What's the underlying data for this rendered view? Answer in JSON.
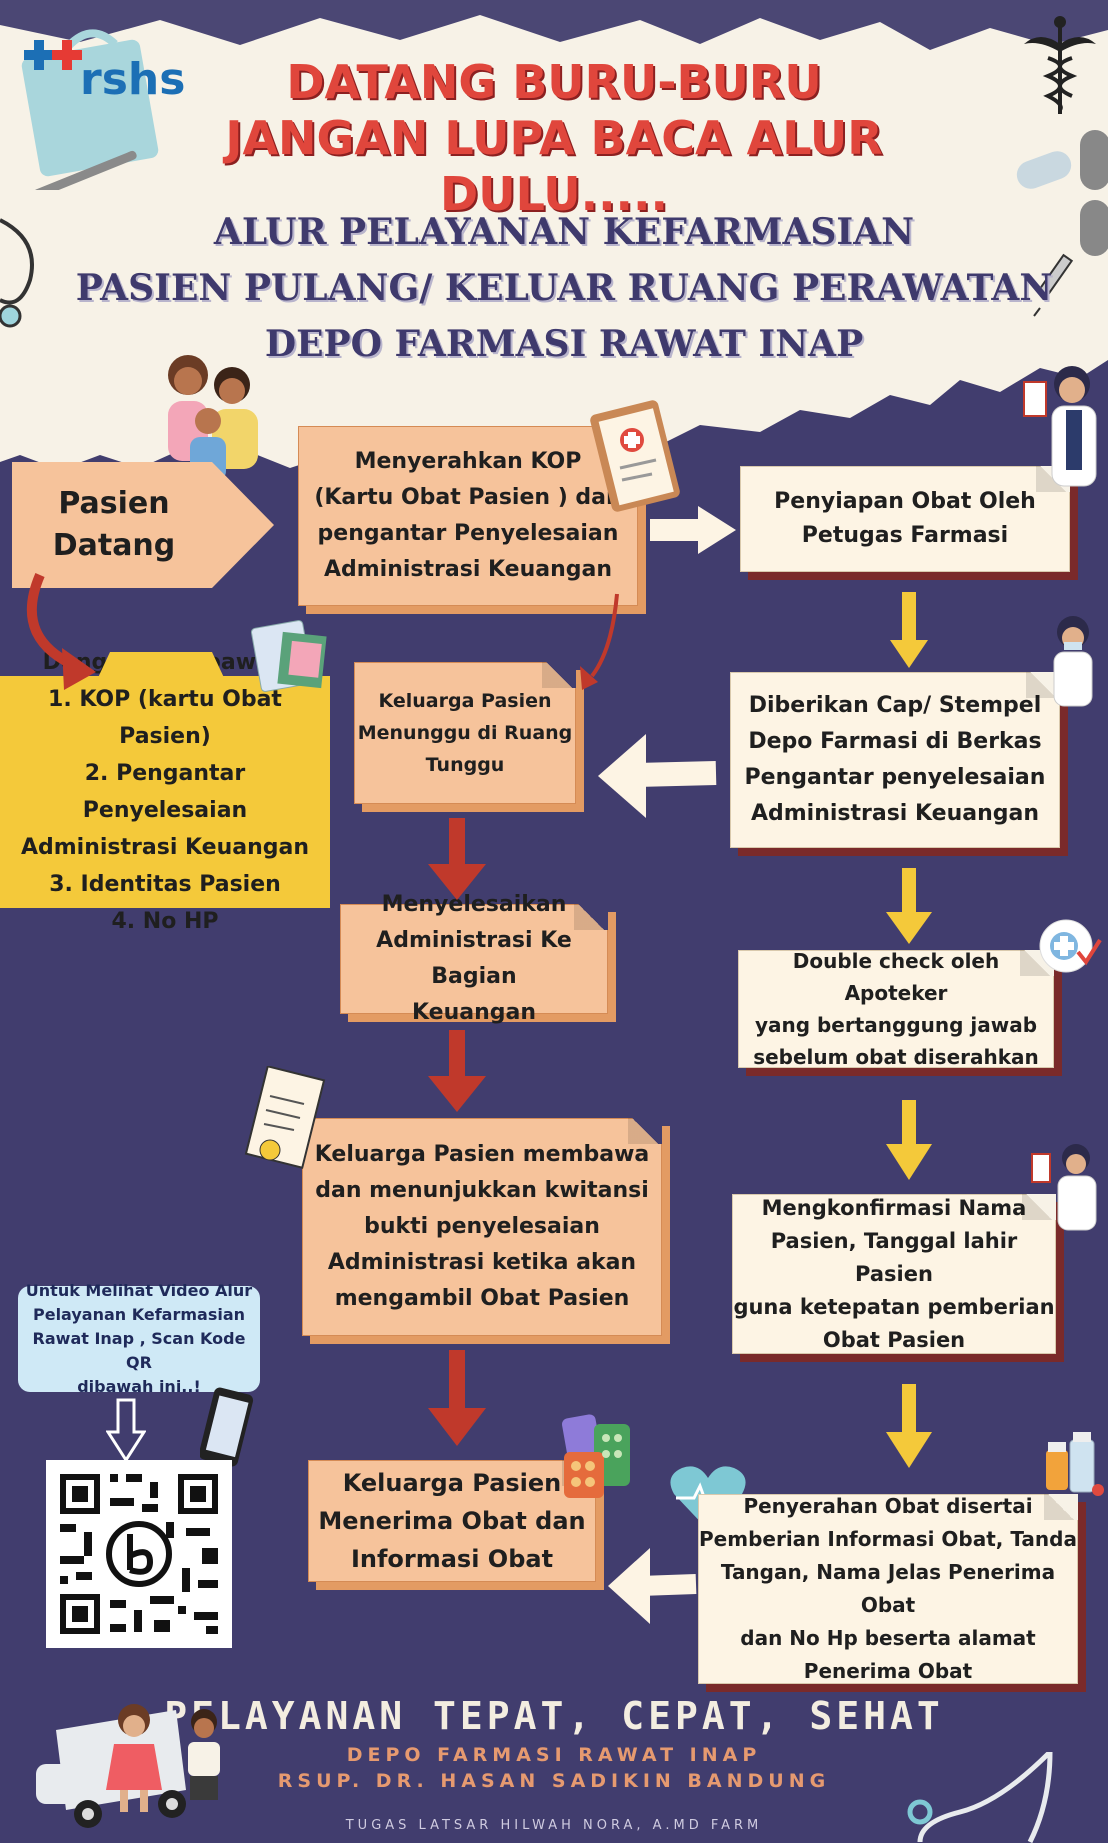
{
  "header": {
    "logo_text": "rshs",
    "headline_line1": "DATANG BURU-BURU",
    "headline_line2": "JANGAN LUPA BACA ALUR DULU.....",
    "title_line1": "ALUR PELAYANAN KEFARMASIAN",
    "title_line2": "PASIEN PULANG/ KELUAR RUANG PERAWATAN",
    "title_line3": "DEPO FARMASI RAWAT INAP"
  },
  "steps": {
    "pasien_datang": [
      "Pasien",
      "Datang"
    ],
    "kop": [
      "Menyerahkan KOP",
      "(Kartu Obat Pasien ) dan",
      "pengantar  Penyelesaian",
      "Administrasi Keuangan"
    ],
    "penyiapan": [
      "Penyiapan Obat Oleh",
      "Petugas Farmasi"
    ],
    "membawa": [
      "Dengan Membawa :",
      "1. KOP (kartu Obat Pasien)",
      "2. Pengantar Penyelesaian",
      "Administrasi Keuangan",
      "3.  Identitas Pasien",
      "4. No HP"
    ],
    "menunggu": [
      "Keluarga Pasien",
      "Menunggu di Ruang",
      "Tunggu"
    ],
    "cap": [
      "Diberikan Cap/ Stempel",
      "Depo Farmasi  di Berkas",
      "Pengantar penyelesaian",
      "Administrasi Keuangan"
    ],
    "administrasi": [
      "Menyelesaikan",
      "Administrasi  Ke Bagian",
      "Keuangan"
    ],
    "double_check": [
      "Double check oleh Apoteker",
      "yang bertanggung jawab",
      "sebelum obat diserahkan"
    ],
    "kwitansi": [
      "Keluarga Pasien membawa",
      "dan menunjukkan kwitansi",
      "bukti penyelesaian",
      "Administrasi ketika akan",
      "mengambil Obat Pasien"
    ],
    "konfirmasi": [
      "Mengkonfirmasi Nama",
      "Pasien, Tanggal lahir Pasien",
      "guna ketepatan pemberian",
      "Obat Pasien"
    ],
    "menerima": [
      "Keluarga Pasien",
      "Menerima Obat dan",
      "Informasi  Obat"
    ],
    "penyerahan": [
      "Penyerahan Obat disertai",
      "Pemberian Informasi Obat, Tanda",
      "Tangan, Nama Jelas Penerima Obat",
      "dan No Hp beserta alamat",
      "Penerima Obat"
    ]
  },
  "qr_note": [
    "Untuk Melihat Video Alur",
    "Pelayanan Kefarmasian",
    "Rawat Inap , Scan Kode QR",
    "dibawah ini..!"
  ],
  "footer": {
    "tagline": "PELAYANAN TEPAT, CEPAT, SEHAT",
    "unit": "DEPO FARMASI RAWAT INAP",
    "hospital": "RSUP. DR. HASAN SADIKIN BANDUNG",
    "credit": "TUGAS LATSAR HILWAH NORA, A.MD FARM"
  },
  "colors": {
    "background": "#413d6e",
    "paper": "#f7f2e7",
    "peach": "#f6c39b",
    "cream": "#fdf4e4",
    "yellow": "#f4c93a",
    "red_arrow": "#c0392b",
    "headline_red": "#e0463c"
  },
  "icons": [
    "hospital-bag-icon",
    "caduceus-icon",
    "stethoscope-icon",
    "pill-icon",
    "syringe-icon",
    "family-icon",
    "clipboard-icon",
    "doctor-icon",
    "document-seal-icon",
    "blister-pack-icon",
    "heart-icon",
    "medicine-bottles-icon",
    "checkmark-badge-icon",
    "phone-qr-icon",
    "ambulance-icon",
    "children-icon"
  ]
}
